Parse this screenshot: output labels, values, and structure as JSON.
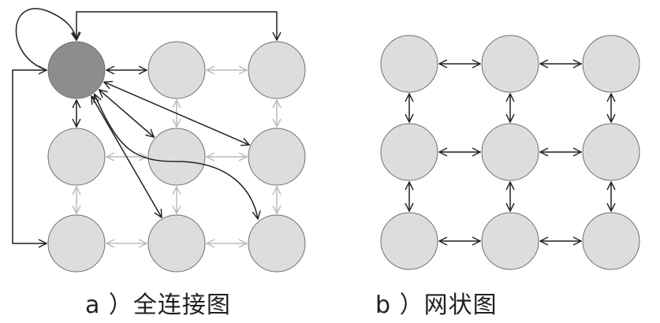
{
  "figures": [
    {
      "id": "a",
      "caption": "a ）全连接图",
      "type": "fully-connected",
      "grid": {
        "rows": 3,
        "cols": 3
      },
      "highlighted_node": [
        0,
        0
      ],
      "colors": {
        "node_fill": "#dcdedd",
        "highlight_fill": "#8c8d8c",
        "node_stroke": "#6d6e70",
        "primary_edge": "#231f20",
        "secondary_edge": "#b9baba"
      },
      "primary_edges": [
        "0,0->0,0 (self-loop)",
        "0,0<->0,1",
        "0,0<->1,0",
        "0,0<->1,1",
        "0,0<->1,2",
        "0,0<->2,1",
        "0,0<->2,2 (curved)",
        "0,0->0,2 (routed top)",
        "0,0->2,0 (routed left)"
      ],
      "secondary_edges": [
        "0,1<->0,2",
        "1,0<->1,1",
        "1,1<->1,2",
        "2,0<->2,1",
        "2,1<->2,2",
        "0,1<->1,1",
        "1,1<->2,1",
        "0,2<->1,2",
        "1,2<->2,2",
        "1,0<->2,0"
      ]
    },
    {
      "id": "b",
      "caption": "b ）网状图",
      "type": "mesh",
      "grid": {
        "rows": 3,
        "cols": 3
      },
      "colors": {
        "node_fill": "#dcdedd",
        "node_stroke": "#6d6e70",
        "edge": "#231f20"
      },
      "edges": "4-neighbour bidirectional"
    }
  ]
}
